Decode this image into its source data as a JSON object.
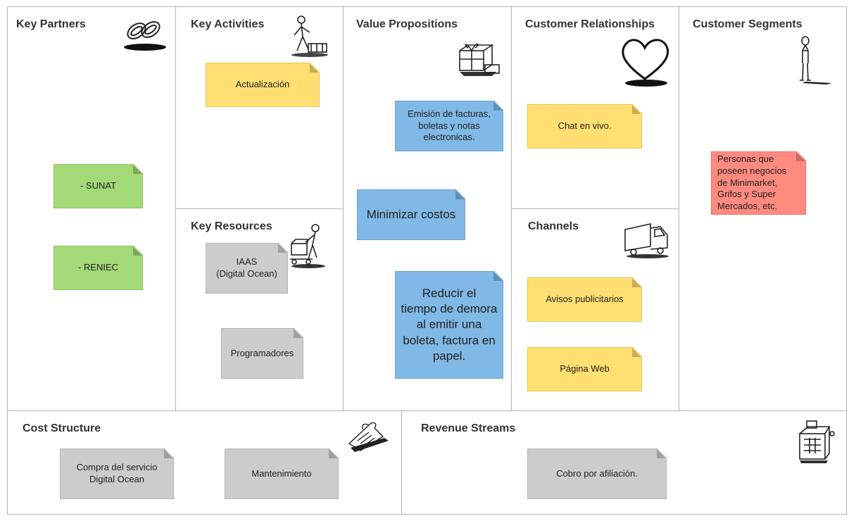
{
  "sections": {
    "key_partners": "Key Partners",
    "key_activities": "Key Activities",
    "value_propositions": "Value Propositions",
    "customer_relationships": "Customer Relationships",
    "customer_segments": "Customer Segments",
    "key_resources": "Key Resources",
    "channels": "Channels",
    "cost_structure": "Cost Structure",
    "revenue_streams": "Revenue Streams"
  },
  "notes": {
    "sunat": "-  SUNAT",
    "reniec": "- RENIEC",
    "actualizacion": "Actualización",
    "iaas": "IAAS\n(Digital Ocean)",
    "programadores": "Programadores",
    "emision": "Emisión de facturas,\nboletas y notas\nelectronicas.",
    "minimizar": "Minimizar costos",
    "reducir": "Reducir el\ntiempo de demora\nal emitir una\nboleta, factura en\npapel.",
    "chat": "Chat en vivo.",
    "avisos": "Avisos publicitarios",
    "pagina_web": "Página Web",
    "personas": "Personas que\nposeen negocios\n     de Minimarket,\n     Grifos y Super\n     Mercados,  etc.",
    "compra": "Compra del servicio\nDigital Ocean",
    "mantenimiento": "Mantenimiento",
    "cobro": "Cobro por afiliación."
  },
  "colors": {
    "green": "#a3d977",
    "yellow": "#ffdf71",
    "blue": "#80b8e6",
    "gray": "#cccccc",
    "red": "#ff8a80",
    "border": "#b3b3b3"
  },
  "icons": {
    "key_partners": "chain-links-icon",
    "key_activities": "person-working-icon",
    "value_propositions": "gift-box-icon",
    "customer_relationships": "heart-icon",
    "customer_segments": "standing-person-icon",
    "key_resources": "person-pushing-cart-icon",
    "channels": "delivery-truck-icon",
    "cost_structure": "receipt-paper-icon",
    "revenue_streams": "cash-register-icon"
  }
}
